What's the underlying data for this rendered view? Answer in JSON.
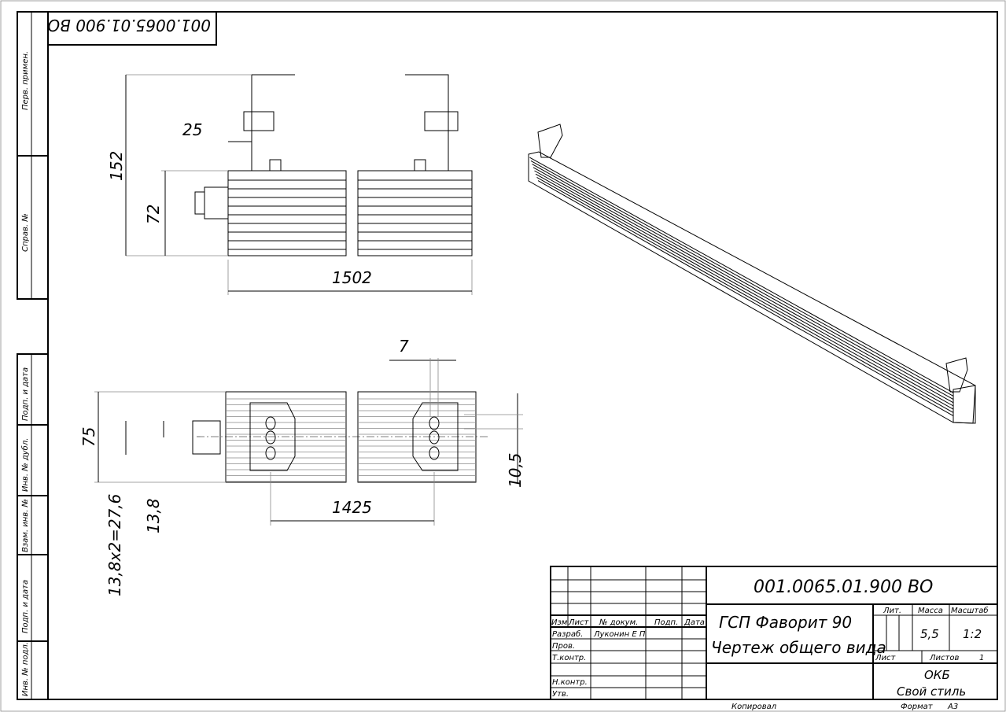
{
  "drawing_code": "001.0065.01.900 ВО",
  "side_strip": [
    "Перв. примен.",
    "Справ. №",
    "Подп. и дата",
    "Инв. № дубл.",
    "Взам. инв. №",
    "Подп. и дата",
    "Инв. № подл."
  ],
  "dimensions": {
    "front": [
      "25",
      "152",
      "72",
      "1502"
    ],
    "top": [
      "7",
      "75",
      "13,8",
      "13,8x2=27,6",
      "1425",
      "10,5"
    ]
  },
  "title_block": {
    "code": "001.0065.01.900 ВО",
    "name_line1": "ГСП Фаворит 90",
    "name_line2": "Чертеж общего вида",
    "headers": {
      "izm": "Изм",
      "list": "Лист",
      "doc": "№ докум.",
      "sign": "Подп.",
      "date": "Дата"
    },
    "roles": [
      "Разраб.",
      "Пров.",
      "Т.контр.",
      "Н.контр.",
      "Утв."
    ],
    "developer": "Луконин Е П",
    "lit_label": "Лит.",
    "mass_label": "Масса",
    "scale_label": "Масштаб",
    "mass": "5,5",
    "scale": "1:2",
    "sheet_label": "Лист",
    "sheets_label": "Листов",
    "sheets": "1",
    "org1": "ОКБ",
    "org2": "Свой стиль",
    "copied": "Копировал",
    "format_label": "Формат",
    "format": "А3"
  }
}
